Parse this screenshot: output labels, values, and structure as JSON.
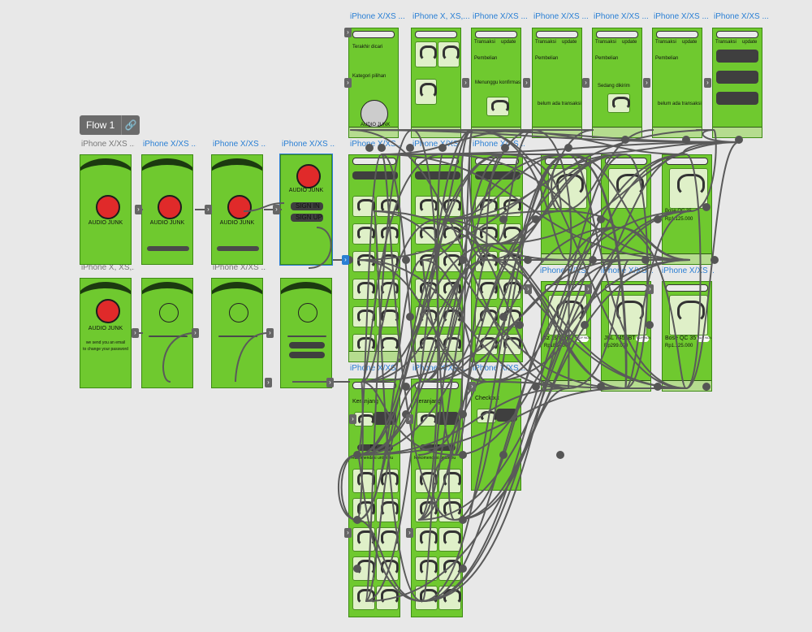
{
  "flow": {
    "label": "Flow 1",
    "link_icon": "link-icon"
  },
  "artboard_labels": {
    "top_row": [
      "iPhone X/XS ...",
      "iPhone X, XS,...",
      "iPhone X/XS ...",
      "iPhone X/XS ...",
      "iPhone X/XS ...",
      "iPhone X/XS ...",
      "iPhone X/XS ..."
    ],
    "onboard_row1": [
      "iPhone X/XS ...",
      "iPhone X/XS ...",
      "iPhone X/XS ...",
      "iPhone X/XS ..."
    ],
    "onboard_row2": [
      "iPhone X, XS,...",
      "iPhone X/XS ..."
    ],
    "middle_top": [
      "iPhone X/XS ...",
      "iPhone X/XS ...",
      "iPhone X/XS ..."
    ],
    "middle_lower": [
      "iPhone X/XS ...",
      "iPhone X/XS ...",
      "iPhone X/XS ..."
    ],
    "bottom": [
      "iPhone X/XS ...",
      "iPhone X/XS ...",
      "iPhone X/XS ..."
    ]
  },
  "app": {
    "brand": "AUDIO JUNK",
    "sign_in": "SIGN IN",
    "sign_up": "SIGN UP",
    "reset_msg_1": "we send you an email",
    "reset_msg_2": "to change your password",
    "search_history": "Terakhir dicari",
    "category": "Kategori pilihan",
    "transaksi": "Transaksi",
    "update": "update",
    "pembelian": "Pembelian",
    "menunggu": "Menunggu konfirmasi",
    "belum": "belum ada transaksi",
    "sedang": "Sedang dikirim",
    "keranjang": "Keranjang",
    "checkout": "Checkout",
    "rekomendasi": "Rekomendasi untukmu",
    "beli": "Beli",
    "products": [
      {
        "name": "kz zsn pro",
        "price": "Rp185.000"
      },
      {
        "name": "JBL T450BT",
        "price": "Rp299.000"
      },
      {
        "name": "Bose QC 35",
        "price": "Rp1.125.000"
      }
    ],
    "buy_now": "BUY NOW"
  },
  "colors": {
    "screen": "#6fc92f",
    "wire": "#5a5a5a",
    "selection": "#2a7fd4",
    "logo": "#e02a2a"
  }
}
